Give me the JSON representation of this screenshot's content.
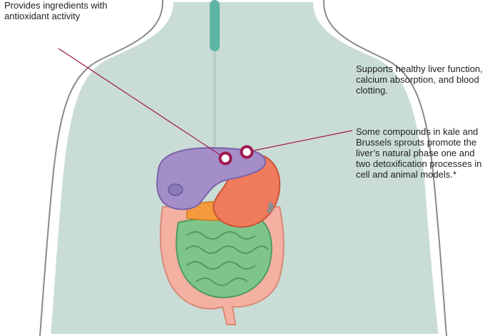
{
  "callouts": {
    "antioxidant": "Provides ingredients with antioxidant activity",
    "liver_health": "Supports healthy liver function, calcium absorption, and blood clotting.",
    "detox": "Some compounds in kale and Brussels sprouts promote the liver’s natural phase one and two detoxification processes in cell and animal models.*"
  },
  "colors": {
    "body_fill": "#c9ddd6",
    "body_outline": "#ffffff",
    "esophagus": "#5fb5a5",
    "liver": "#a48ec9",
    "stomach": "#ef7a5c",
    "small_intestine": "#7fc58a",
    "large_intestine": "#f4b0a0",
    "pointer": "#a01a4f"
  }
}
